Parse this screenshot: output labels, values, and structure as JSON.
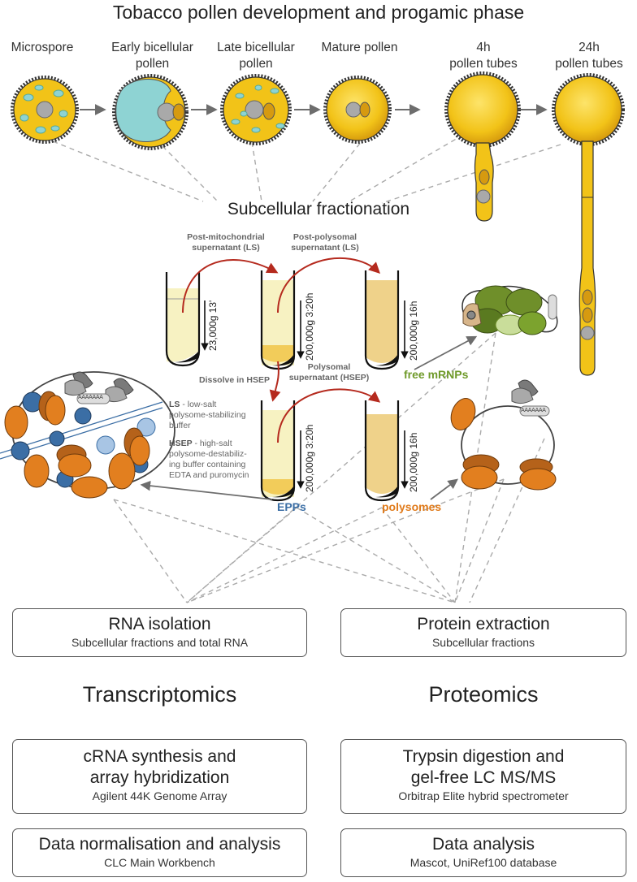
{
  "title": "Tobacco pollen development and progamic phase",
  "stages": [
    {
      "id": "microspore",
      "label_lines": [
        "Microspore"
      ]
    },
    {
      "id": "early",
      "label_lines": [
        "Early bicellular",
        "pollen"
      ]
    },
    {
      "id": "late",
      "label_lines": [
        "Late bicellular",
        "pollen"
      ]
    },
    {
      "id": "mature",
      "label_lines": [
        "Mature pollen"
      ]
    },
    {
      "id": "tube4h",
      "label_lines": [
        "4h",
        "pollen tubes"
      ]
    },
    {
      "id": "tube24h",
      "label_lines": [
        "24h",
        "pollen tubes"
      ]
    }
  ],
  "fractionation": {
    "title": "Subcellular fractionation",
    "step_labels": {
      "post_mito": [
        "Post-mitochondrial",
        "supernatant (LS)"
      ],
      "post_poly": [
        "Post-polysomal",
        "supernatant (LS)"
      ],
      "dissolve": "Dissolve in HSEP",
      "poly_super": [
        "Polysomal",
        "supernatant (HSEP)"
      ]
    },
    "centrifugation": {
      "tube1": "23,000g  13'",
      "tube2": "200,000g  3:20h",
      "tube3": "200,000g  16h",
      "tube4": "200,000g  3:20h",
      "tube5": "200,000g  16h"
    },
    "buffer_notes": {
      "ls_abbr": "LS",
      "ls_text": [
        " - low-salt",
        "polysome-stabilizing",
        "buffer"
      ],
      "hsep_abbr": "HSEP",
      "hsep_text": [
        " - high-salt",
        "polysome-destabiliz-",
        "ing buffer containing",
        "EDTA and puromycin"
      ]
    },
    "fractions": {
      "free_mrnps": "free mRNPs",
      "epps": "EPPs",
      "polysomes": "polysomes",
      "polyA": "AAAAAAA"
    }
  },
  "left_column": {
    "box1": {
      "title": "RNA isolation",
      "subtitle": "Subcellular fractions and total RNA"
    },
    "heading": "Transcriptomics",
    "box2": {
      "title_lines": [
        "cRNA synthesis and",
        "array hybridization"
      ],
      "subtitle": "Agilent 44K Genome Array"
    },
    "box3": {
      "title": "Data normalisation and analysis",
      "subtitle": "CLC Main Workbench"
    }
  },
  "right_column": {
    "box1": {
      "title": "Protein extraction",
      "subtitle": "Subcellular fractions"
    },
    "heading": "Proteomics",
    "box2": {
      "title_lines": [
        "Trypsin digestion and",
        "gel-free LC MS/MS"
      ],
      "subtitle": "Orbitrap Elite hybrid spectrometer"
    },
    "box3": {
      "title": "Data analysis",
      "subtitle": "Mascot, UniRef100 database"
    }
  },
  "colors": {
    "pollen_yellow": "#f2c318",
    "pollen_dark": "#d69a10",
    "cyan": "#8ed3d3",
    "nucleus_grey": "#a9a9a9",
    "arrow_red": "#b52a1e",
    "tube_pale": "#f7f2c2",
    "tube_tan": "#efd28a",
    "pellet_yellow": "#f2cc5a",
    "ribosome_orange": "#e27f1f",
    "ribosome_blue": "#3b6ea5",
    "mrnp_green": "#6f8f2a"
  }
}
